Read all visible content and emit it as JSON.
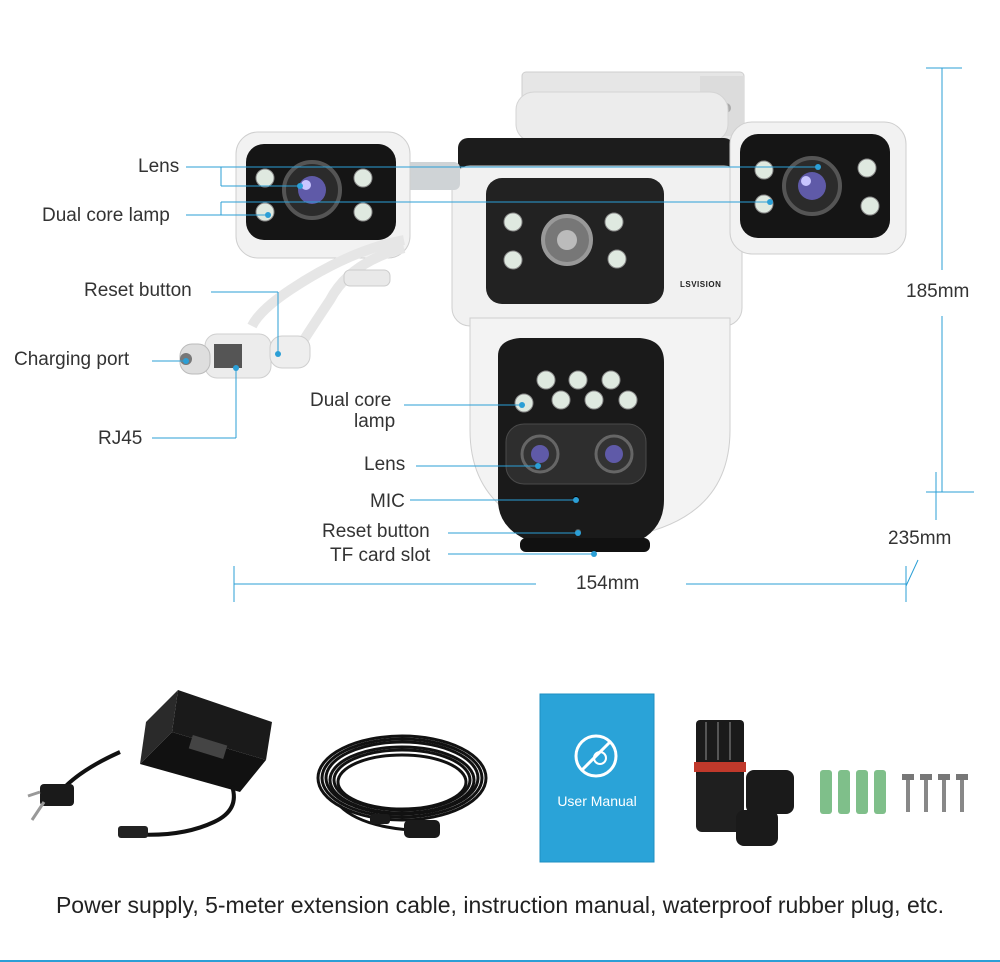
{
  "callouts": {
    "lens_left": "Lens",
    "dual_core_lamp_left": "Dual core lamp",
    "reset_button_cable": "Reset button",
    "charging_port": "Charging port",
    "rj45": "RJ45",
    "dual_core_lamp_center_line1": "Dual core",
    "dual_core_lamp_center_line2": "lamp",
    "lens_center": "Lens",
    "mic": "MIC",
    "reset_button_center": "Reset button",
    "tf_card_slot": "TF card slot"
  },
  "dimensions": {
    "height_upper": "185mm",
    "height_total": "235mm",
    "width": "154mm"
  },
  "brand": "LSVISION",
  "accessories": {
    "manual_label": "User Manual",
    "caption": "Power supply, 5-meter extension cable, instruction manual, waterproof rubber plug, etc."
  },
  "colors": {
    "callout_line": "#2b9fd6",
    "manual_blue": "#2aa3d8"
  }
}
